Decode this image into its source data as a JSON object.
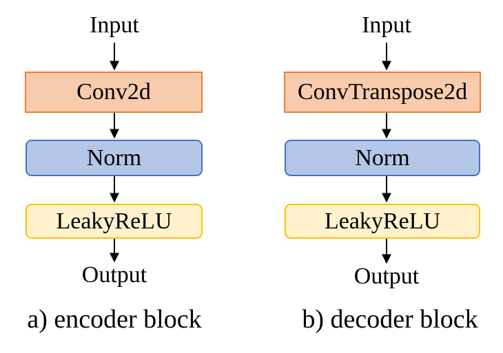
{
  "colors": {
    "conv_fill": "#f8cbad",
    "conv_border": "#ed7d31",
    "norm_fill": "#b4c7e7",
    "norm_border": "#4472c4",
    "act_fill": "#fff2cc",
    "act_border": "#ffc000",
    "arrow": "#000000"
  },
  "encoder": {
    "input_label": "Input",
    "blocks": [
      {
        "label": "Conv2d"
      },
      {
        "label": "Norm"
      },
      {
        "label": "LeakyReLU"
      }
    ],
    "output_label": "Output",
    "caption": "a) encoder block"
  },
  "decoder": {
    "input_label": "Input",
    "blocks": [
      {
        "label": "ConvTranspose2d"
      },
      {
        "label": "Norm"
      },
      {
        "label": "LeakyReLU"
      }
    ],
    "output_label": "Output",
    "caption": "b) decoder block"
  }
}
